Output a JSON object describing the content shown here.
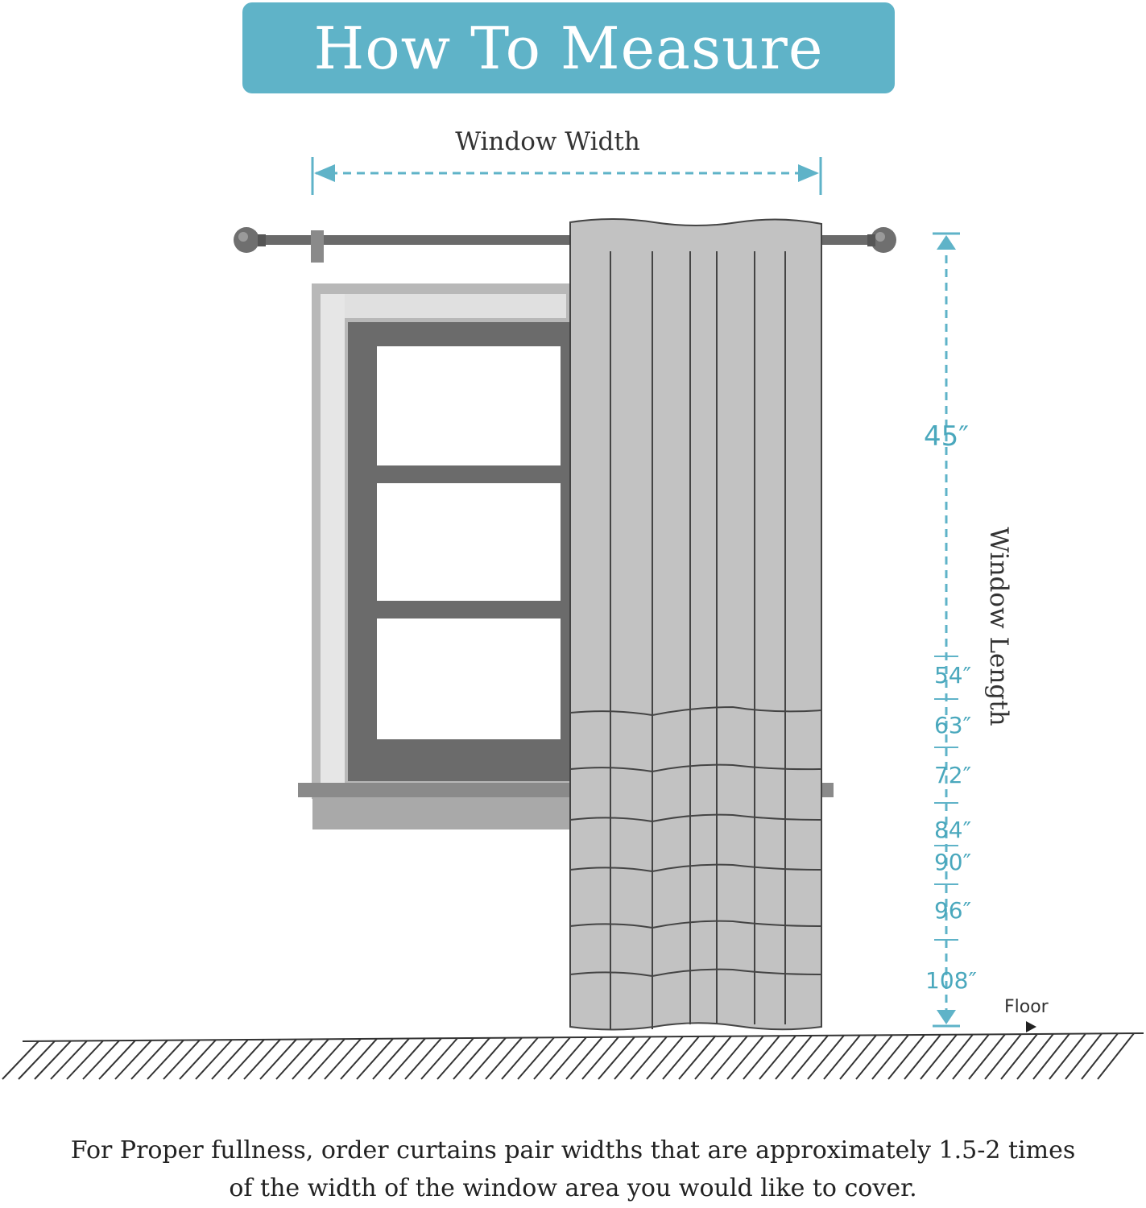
{
  "title": "How To Measure",
  "width_label": "Window Width",
  "length_label": "Window Length",
  "floor_label": "Floor",
  "length_ticks": [
    "45″",
    "54″",
    "63″",
    "72″",
    "84″",
    "90″",
    "96″",
    "108″"
  ],
  "note_line1": "For Proper fullness, order curtains pair widths that are approximately 1.5-2 times",
  "note_line2": "of the width of the window area you would like to cover.",
  "colors": {
    "accent": "#5fb3c8",
    "curtain": "#c2c2c2",
    "frame": "#6e6e6e"
  }
}
